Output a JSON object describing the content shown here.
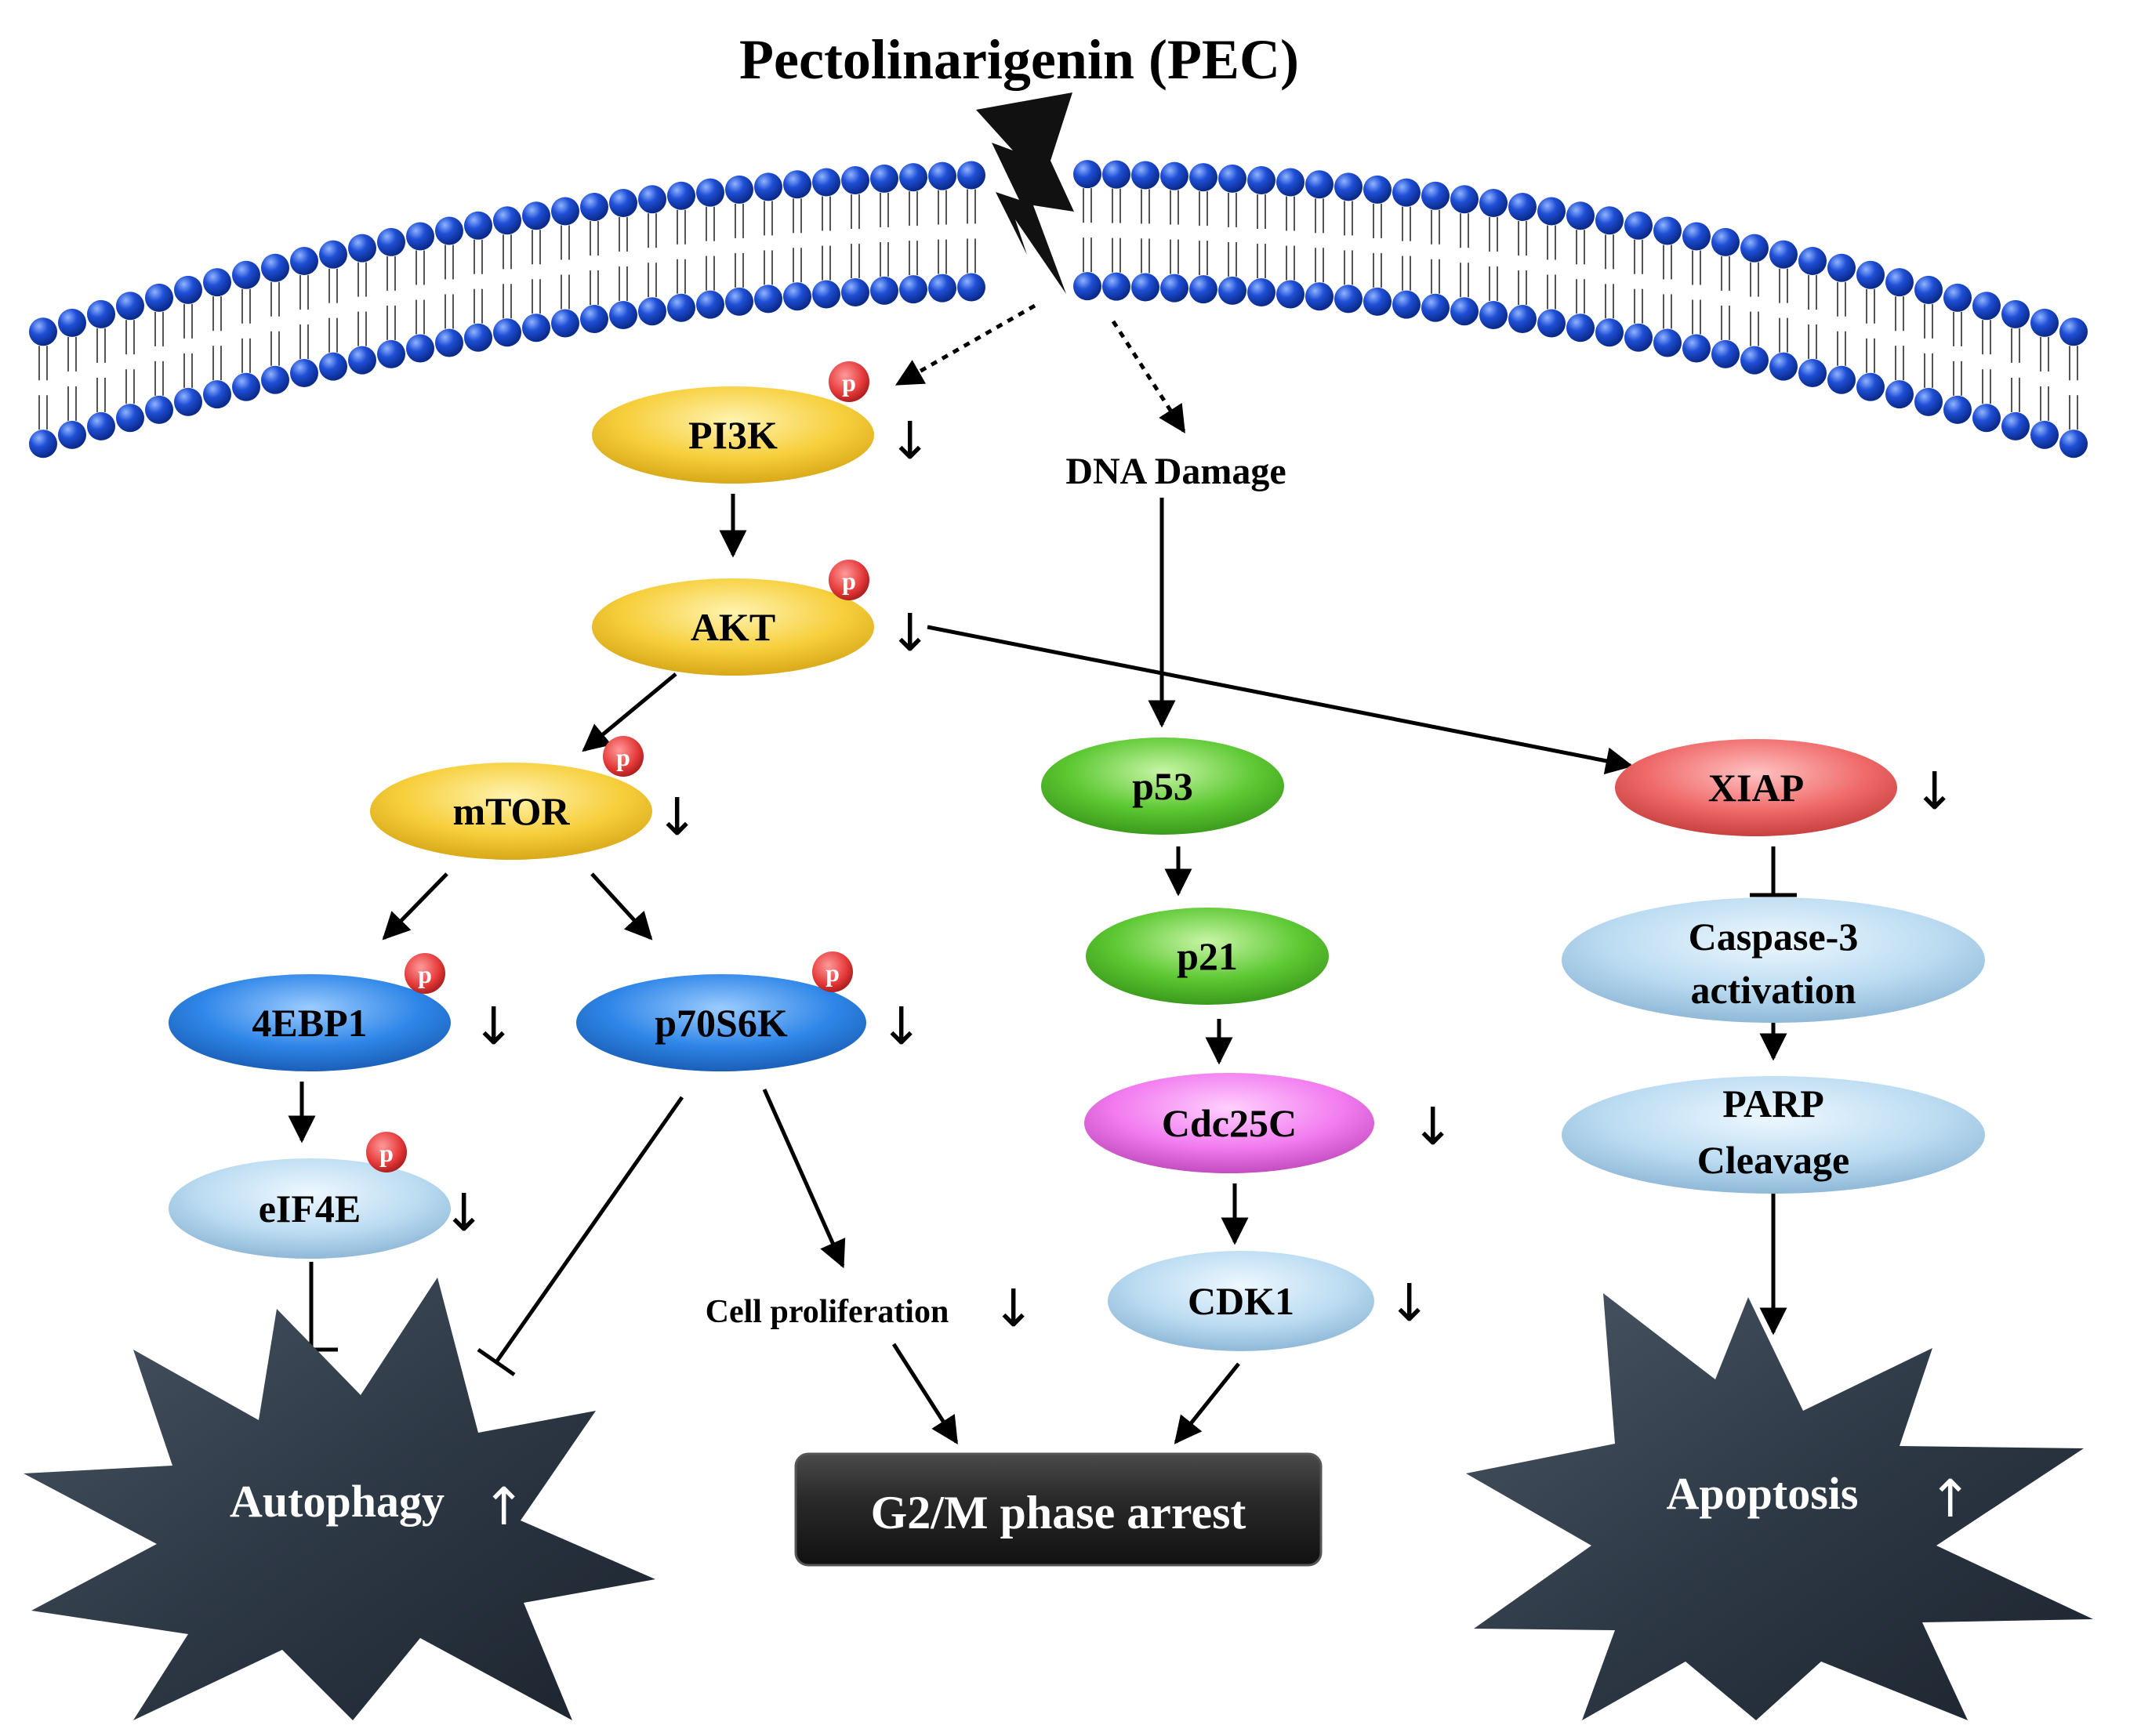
{
  "title": "Pectolinarigenin (PEC)",
  "nodes": {
    "pi3k": "PI3K",
    "akt": "AKT",
    "mtor": "mTOR",
    "ebp1": "4EBP1",
    "p70s6k": "p70S6K",
    "eif4e": "eIF4E",
    "dna_damage": "DNA Damage",
    "p53": "p53",
    "p21": "p21",
    "cdc25c": "Cdc25C",
    "cdk1": "CDK1",
    "xiap": "XIAP",
    "caspase_line1": "Caspase-3",
    "caspase_line2": "activation",
    "parp_line1": "PARP",
    "parp_line2": "Cleavage",
    "cell_prolif": "Cell proliferation",
    "autophagy": "Autophagy",
    "g2m": "G2/M phase arrest",
    "apoptosis": "Apoptosis"
  },
  "phospho_label": "p",
  "symbols": {
    "down": "↓",
    "up": "↑"
  },
  "colors": {
    "membrane_head": "#1f4fd6",
    "yellow_node": "#f7cf3c",
    "blue_node": "#2f86e8",
    "light_blue_node": "#bcdcf2",
    "green_node": "#5cc832",
    "pink_node": "#f27cf0",
    "red_node": "#f06a6a",
    "phospho": "#e53939",
    "star": "#2e3946",
    "g2m_box": "#2a2a2a"
  }
}
